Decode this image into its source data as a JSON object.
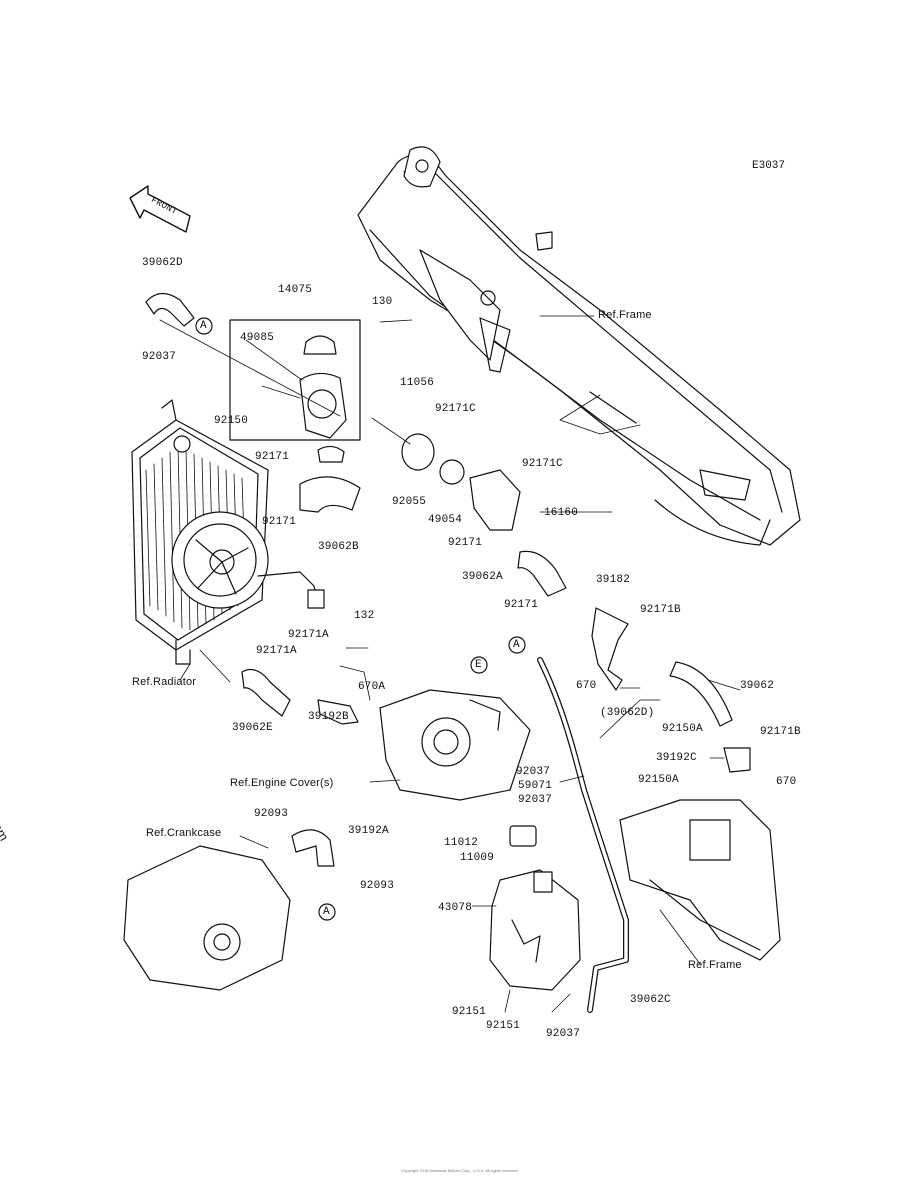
{
  "diagram_code": "E3037",
  "front_badge": "FRONT",
  "watermark": "© Partzilla.com",
  "copyright_line": "Copyright 2016 Kawasaki Motors Corp., U.S.A. All rights reserved.",
  "refs": {
    "frame_top": "Ref.Frame",
    "radiator": "Ref.Radiator",
    "engine_cover": "Ref.Engine Cover(s)",
    "crankcase": "Ref.Crankcase",
    "frame_bottom": "Ref.Frame"
  },
  "parts": {
    "p39062D": "39062D",
    "p92037_a": "92037",
    "p14075": "14075",
    "p49085": "49085",
    "p130": "130",
    "p11056": "11056",
    "p92171C_a": "92171C",
    "p92171C_b": "92171C",
    "p92150": "92150",
    "p92171_a": "92171",
    "p92171_b": "92171",
    "p92055": "92055",
    "p49054": "49054",
    "p16160": "16160",
    "p39062B": "39062B",
    "p92171_c": "92171",
    "p39062A": "39062A",
    "p39182": "39182",
    "p92171_d": "92171",
    "p92171B_a": "92171B",
    "p132": "132",
    "p92171A_a": "92171A",
    "p92171A_b": "92171A",
    "p670A": "670A",
    "p670_a": "670",
    "p39062": "39062",
    "p39062D_paren": "(39062D)",
    "p92150A_a": "92150A",
    "p92171B_b": "92171B",
    "p39062E": "39062E",
    "p39192B": "39192B",
    "p92037_b": "92037",
    "p59071": "59071",
    "p92037_c": "92037",
    "p39192C": "39192C",
    "p92150A_b": "92150A",
    "p670_b": "670",
    "p92093_a": "92093",
    "p39192A": "39192A",
    "p92093_b": "92093",
    "p11012": "11012",
    "p11009": "11009",
    "p43078": "43078",
    "p92151_a": "92151",
    "p92151_b": "92151",
    "p92037_d": "92037",
    "p39062C": "39062C"
  },
  "callouts": {
    "A_top": "A",
    "A_mid": "A",
    "A_bottom": "A",
    "E": "E"
  }
}
